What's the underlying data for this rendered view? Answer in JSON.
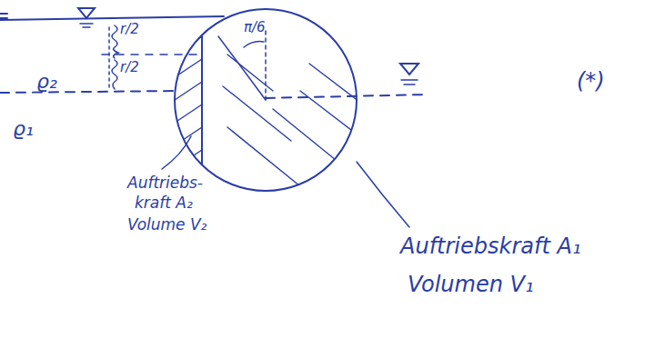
{
  "diagram": {
    "labels": [
      "r/2",
      "r/2",
      "ϱ₂",
      "ϱ₁",
      "π/6",
      "(*)",
      "Auftriebs-",
      "kraft A₂",
      "Volume V₂",
      "Auftriebskraft A₁",
      "Volumen V₁"
    ]
  }
}
